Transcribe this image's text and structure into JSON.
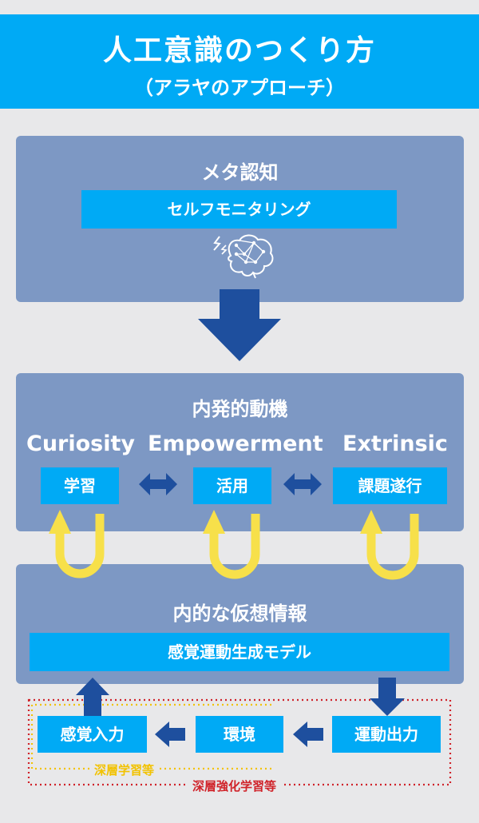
{
  "header": {
    "title": "人工意識のつくり方",
    "subtitle": "（アラヤのアプローチ）"
  },
  "metacognition": {
    "title": "メタ認知",
    "box": "セルフモニタリング",
    "icon": "brain-icon"
  },
  "motivation": {
    "title": "内発的動機",
    "columns": [
      {
        "name": "Curiosity",
        "box": "学習"
      },
      {
        "name": "Empowerment",
        "box": "活用"
      },
      {
        "name": "Extrinsic",
        "box": "課題遂行"
      }
    ]
  },
  "internal": {
    "title": "内的な仮想情報",
    "box": "感覚運動生成モデル"
  },
  "bottom": {
    "input": "感覚入力",
    "environment": "環境",
    "output": "運動出力",
    "deep_learning": "深層学習等",
    "deep_rl": "深層強化学習等"
  },
  "colors": {
    "header": "#00aaf5",
    "panel": "#7d98c4",
    "arrow": "#1e4f9e",
    "loop": "#f7e04a",
    "dots_yellow": "#f2c200",
    "dots_red": "#d0232a"
  }
}
